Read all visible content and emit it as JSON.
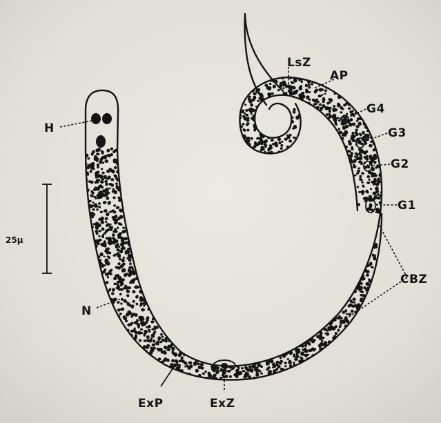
{
  "diagram": {
    "colors": {
      "paper": "#e7e4dd",
      "ink": "#141414"
    },
    "labels": {
      "h": "H",
      "lsz": "LsZ",
      "ap": "AP",
      "g4": "G4",
      "g3": "G3",
      "g2": "G2",
      "g1": "G1",
      "cbz": "CBZ",
      "n": "N",
      "exp": "ExP",
      "exz": "ExZ",
      "scale": "25μ"
    }
  }
}
